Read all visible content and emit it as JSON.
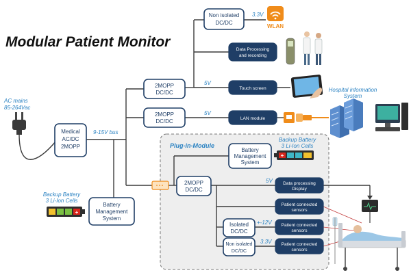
{
  "title": "Modular Patient Monitor",
  "ac_mains": {
    "line1": "AC mains",
    "line2": "85-264Vac"
  },
  "bus_label": "9-15V bus",
  "plug_in_module_label": "Plug-in-Module",
  "blocks": {
    "medical_acdc": [
      "Medical",
      "AC/DC",
      "2MOPP"
    ],
    "battery_mgmt_main": [
      "Battery",
      "Management",
      "System"
    ],
    "mopp_dcdc_top": [
      "2MOPP",
      "DC/DC"
    ],
    "mopp_dcdc_lan": [
      "2MOPP",
      "DC/DC"
    ],
    "non_isolated_top": [
      "Non isolated",
      "DC/DC"
    ],
    "data_processing_recording": [
      "Data Processing",
      "and recording"
    ],
    "touch_screen": [
      "Touch screen"
    ],
    "lan_module": [
      "LAN module"
    ],
    "battery_mgmt_module": [
      "Battery",
      "Management",
      "System"
    ],
    "mopp_dcdc_module": [
      "2MOPP",
      "DC/DC"
    ],
    "data_processing_display": [
      "Data processing",
      "Display"
    ],
    "patient_sensors_1": [
      "Patient connected",
      "sensors"
    ],
    "isolated_dcdc": [
      "Isolated",
      "DC/DC"
    ],
    "patient_sensors_2": [
      "Patient connected",
      "sensors"
    ],
    "non_isolated_module": [
      "Non isolated",
      "DC/DC"
    ],
    "patient_sensors_3": [
      "Patient connected",
      "sensors"
    ]
  },
  "voltages": {
    "wlan": "3.3V",
    "touch_screen": "5V",
    "lan": "5V",
    "display": "5V",
    "isolated": "+-12V",
    "non_isolated": "3.3V"
  },
  "wlan_label": "WLAN",
  "hospital_info": {
    "line1": "Hospital information",
    "line2": "System"
  },
  "backup_battery_main": {
    "line1": "Backup Battery",
    "line2": "3 Li-Ion Cells"
  },
  "backup_battery_module": {
    "line1": "Backup Battery",
    "line2": "3 Li-Ion Cells"
  },
  "colors": {
    "box_border": "#1f3e66",
    "box_fill_dark": "#1f3e66",
    "accent_blue": "#2a82c2",
    "wlan_orange": "#f08c1a",
    "battery_green": "#7ac043",
    "battery_red": "#d9261c",
    "battery_yellow": "#f2c12e"
  },
  "icons": [
    "plug-icon",
    "wifi-icon",
    "medical-staff-icon",
    "tablet-hand-icon",
    "ethernet-connector-icon",
    "server-rack-icon",
    "computer-workstation-icon",
    "battery-icon",
    "hospital-bed-icon"
  ]
}
